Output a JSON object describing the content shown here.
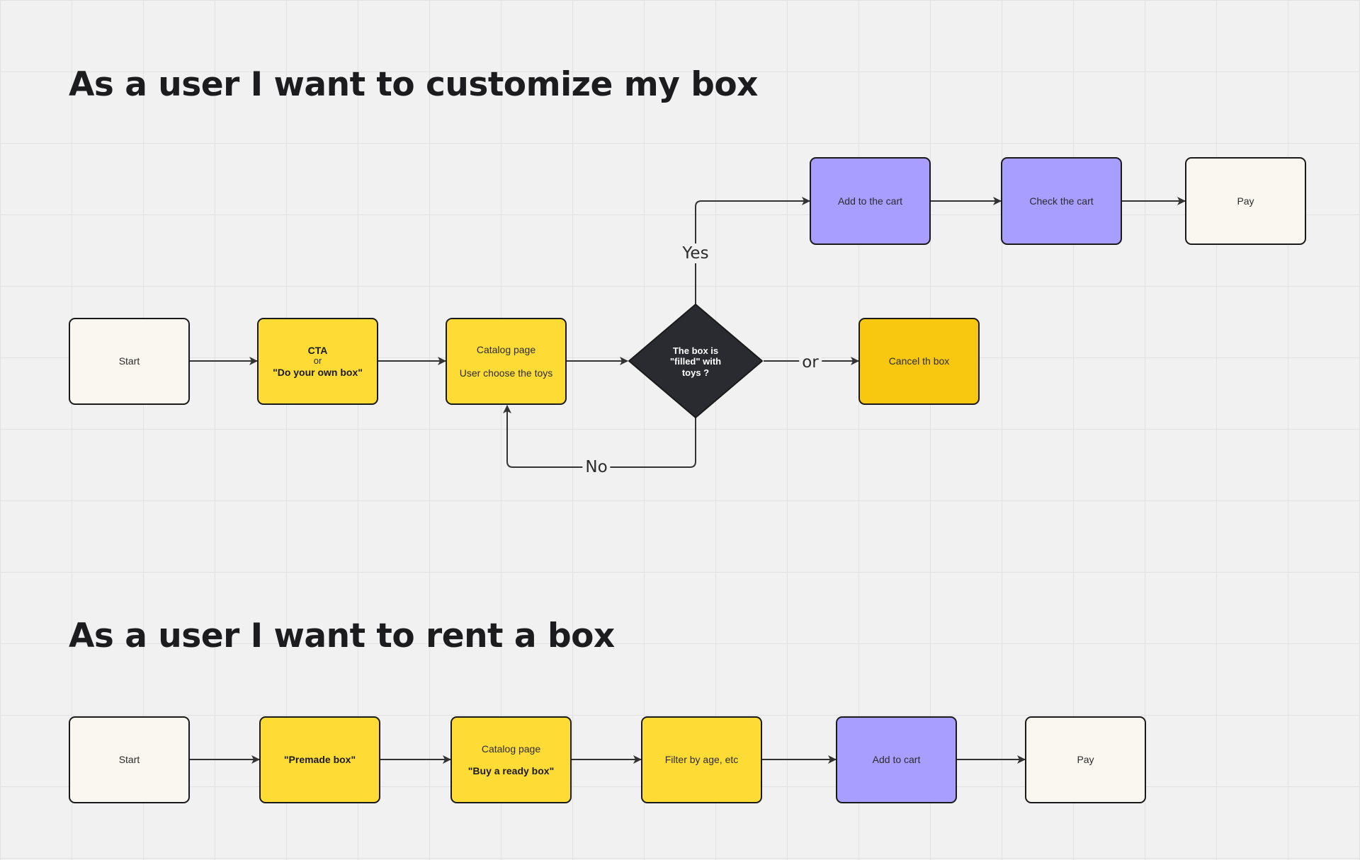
{
  "titles": {
    "customize": "As a user I want to customize my box",
    "rent": "As a user I want to rent a box"
  },
  "customize_flow": {
    "start": "Start",
    "cta": {
      "line1": "CTA",
      "line2": "or",
      "line3": "\"Do your own box\""
    },
    "catalog": {
      "line1": "Catalog page",
      "line2": "User choose the toys"
    },
    "decision": {
      "line1": "The box is",
      "line2": "\"filled\" with",
      "line3": "toys ?"
    },
    "add_to_cart": "Add to the cart",
    "check_cart": "Check the cart",
    "pay": "Pay",
    "cancel": "Cancel th box",
    "labels": {
      "yes": "Yes",
      "no": "No",
      "or": "or"
    }
  },
  "rent_flow": {
    "start": "Start",
    "premade": "\"Premade box\"",
    "catalog": {
      "line1": "Catalog page",
      "line2": "\"Buy a ready box\""
    },
    "filter": "Filter by age, etc",
    "add_to_cart": "Add to cart",
    "pay": "Pay"
  },
  "colors": {
    "canvas": "#f1f1f1",
    "grid": "#e1e1e1",
    "cream": "#faf7f0",
    "yellow": "#ffdc35",
    "amber": "#f8c70f",
    "violet": "#a89eff",
    "decision": "#2a2b30",
    "stroke": "#1a1a1a",
    "connector": "#333333"
  }
}
